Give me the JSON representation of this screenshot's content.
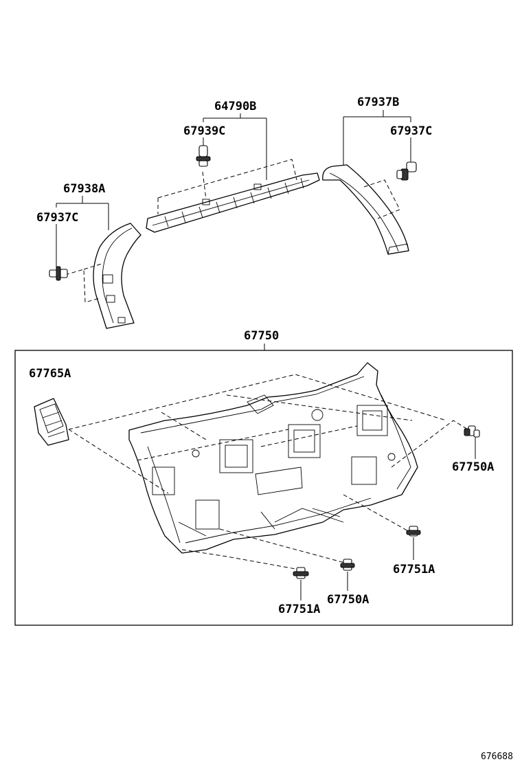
{
  "labels": {
    "l64790B": "64790B",
    "l67939C": "67939C",
    "l67937B": "67937B",
    "l67937C_right": "67937C",
    "l67938A": "67938A",
    "l67937C_left": "67937C",
    "l67750": "67750",
    "l67765A": "67765A",
    "l67750A_right": "67750A",
    "l67751A_right": "67751A",
    "l67750A_bottom": "67750A",
    "l67751A_bottom": "67751A"
  },
  "reference_number": "676688"
}
